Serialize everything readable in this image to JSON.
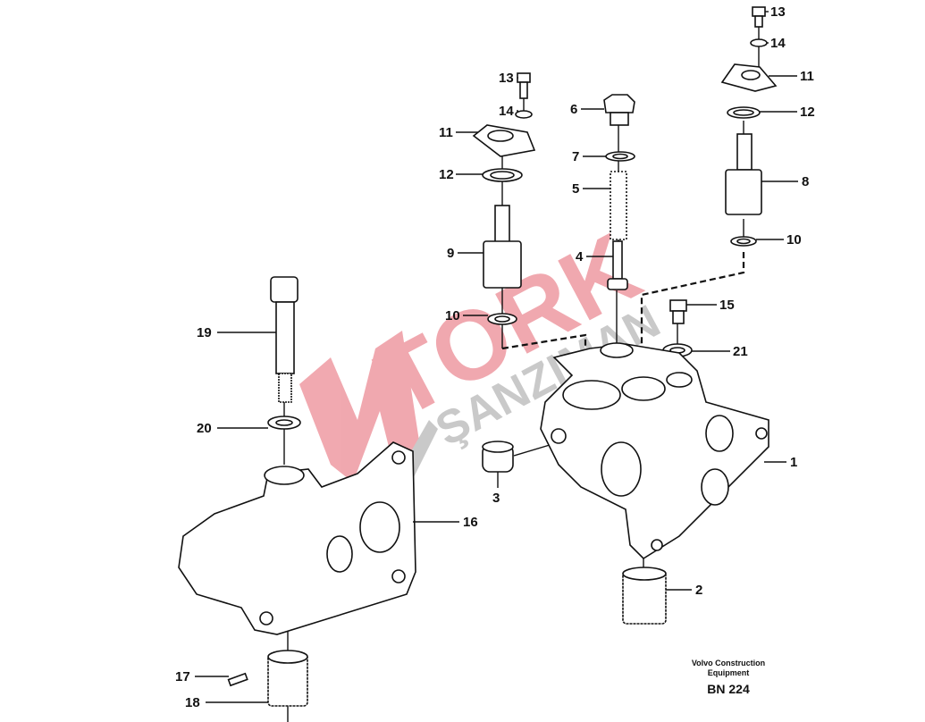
{
  "diagram": {
    "callouts": [
      "13",
      "14",
      "11",
      "12",
      "8",
      "10",
      "13",
      "14",
      "11",
      "12",
      "9",
      "10",
      "6",
      "7",
      "5",
      "4",
      "15",
      "21",
      "1",
      "2",
      "3",
      "16",
      "19",
      "20",
      "17",
      "18"
    ]
  },
  "watermark": {
    "line1": "TORK",
    "line2": "ŞANZIMAN"
  },
  "footer": {
    "publisher_line1": "Volvo Construction",
    "publisher_line2": "Equipment",
    "code": "BN 224"
  }
}
